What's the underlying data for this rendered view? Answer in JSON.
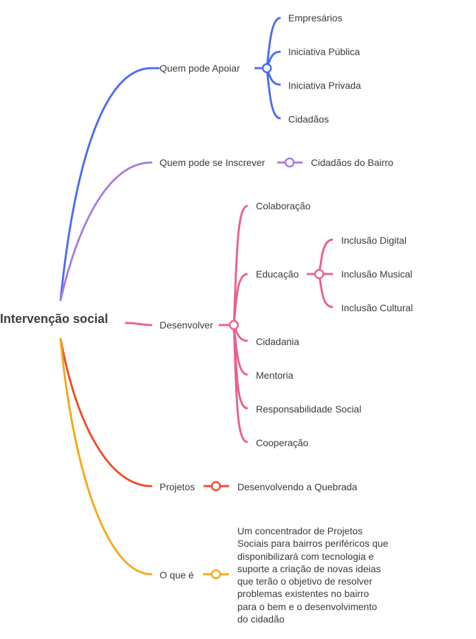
{
  "root": {
    "label": "Intervenção social"
  },
  "colors": {
    "blue": "#4a6ef0",
    "purple": "#a77ee0",
    "pink": "#ea5f93",
    "red": "#ef4b2b",
    "yellow": "#f7a818"
  },
  "branches": {
    "apoiar": {
      "label": "Quem pode Apoiar",
      "children": [
        "Empresários",
        "Iniciativa Pública",
        "Iniciativa Privada",
        "Cidadãos"
      ]
    },
    "inscrever": {
      "label": "Quem pode se Inscrever",
      "children": [
        "Cidadãos do Bairro"
      ]
    },
    "desenvolver": {
      "label": "Desenvolver",
      "children": [
        "Colaboração",
        "Educação",
        "Cidadania",
        "Mentoria",
        "Responsabilidade Social",
        "Cooperação"
      ],
      "educacao_children": [
        "Inclusão Digital",
        "Inclusão Musical",
        "Inclusão Cultural"
      ]
    },
    "projetos": {
      "label": "Projetos",
      "children": [
        "Desenvolvendo a Quebrada"
      ]
    },
    "oque": {
      "label": "O que é",
      "description_lines": [
        "Um concentrador de Projetos",
        "Sociais para bairros periféricos que",
        "disponibilizará com tecnologia e",
        "suporte a criação de novas ideias",
        "que terão o objetivo de resolver",
        "problemas existentes no bairro",
        "para o bem e o desenvolvimento",
        "do cidadão"
      ]
    }
  }
}
